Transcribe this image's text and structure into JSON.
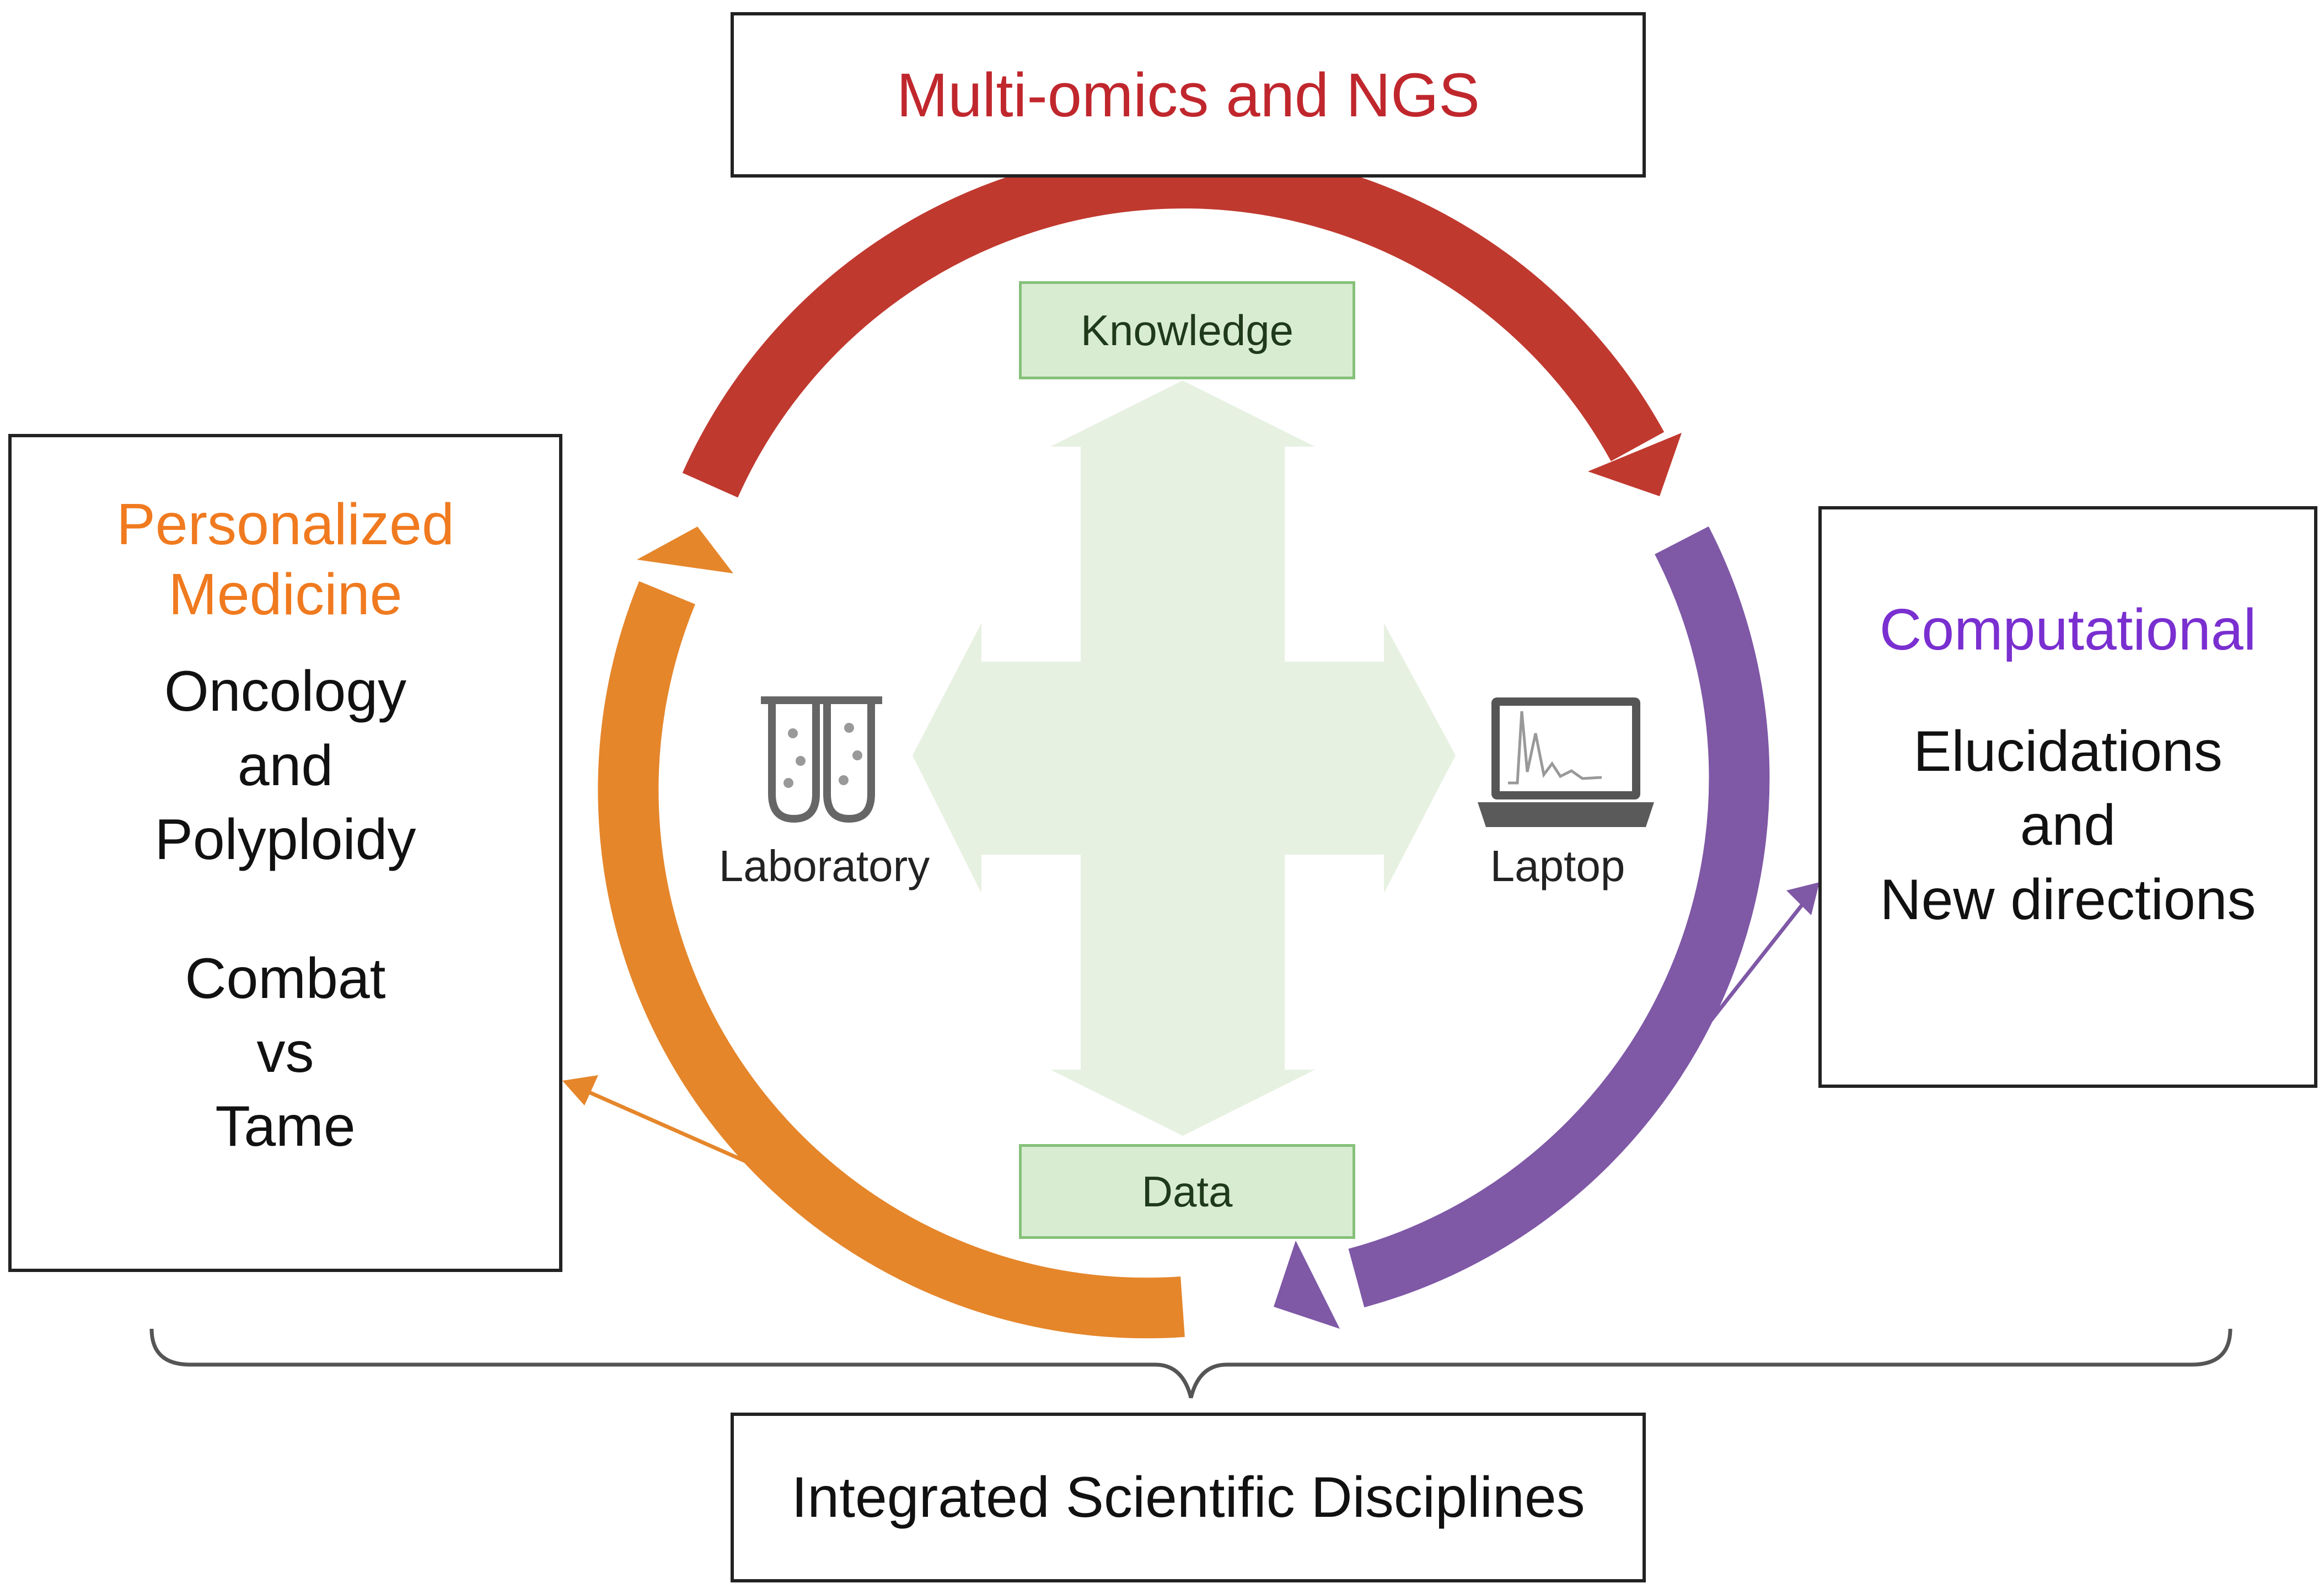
{
  "boxes": {
    "top": {
      "title": "Multi-omics and NGS"
    },
    "left": {
      "title_lines": [
        "Personalized",
        "Medicine"
      ],
      "body_lines": [
        "Oncology",
        "and",
        "Polyploidy"
      ],
      "body2_lines": [
        "Combat",
        "vs",
        "Tame"
      ]
    },
    "right": {
      "title": "Computational",
      "body_lines": [
        "Elucidations",
        "and",
        "New directions"
      ]
    },
    "bottom": {
      "title": "Integrated Scientific Disciplines"
    }
  },
  "labels": {
    "knowledge": "Knowledge",
    "data": "Data"
  },
  "icons": {
    "laboratory": {
      "name": "test-tubes-icon",
      "label": "Laboratory"
    },
    "laptop": {
      "name": "laptop-icon",
      "label": "Laptop"
    }
  },
  "colors": {
    "red_arrow": "#c0392f",
    "purple_arrow": "#7f58a6",
    "orange_arrow": "#e5862b",
    "cross_arrow": "#e7f1e1",
    "red_text": "#c0272d",
    "orange_text": "#f07a1f",
    "purple_text": "#7a2fd0"
  }
}
